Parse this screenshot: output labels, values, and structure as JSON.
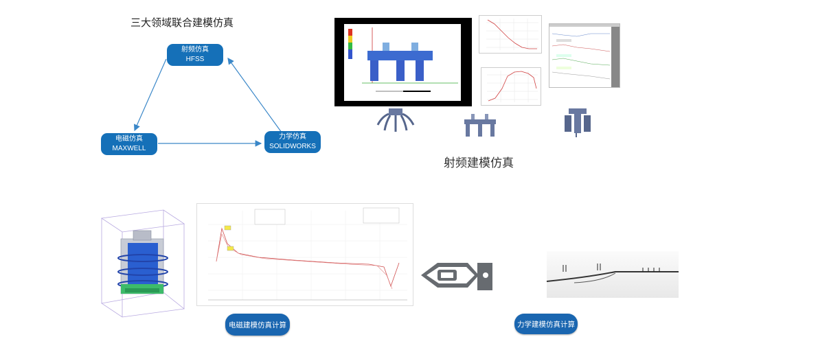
{
  "triangle": {
    "title": "三大领域联合建模仿真",
    "hfss": {
      "line1": "射频仿真",
      "line2": "HFSS"
    },
    "maxwell": {
      "line1": "电磁仿真",
      "line2": "MAXWELL"
    },
    "solidworks": {
      "line1": "力学仿真",
      "line2": "SOLIDWORKS"
    }
  },
  "rf": {
    "caption": "射频建模仿真"
  },
  "em": {
    "label": "电磁建模仿真计算"
  },
  "mech": {
    "label": "力学建模仿真计算"
  },
  "colors": {
    "node_blue": "#1570b8",
    "arrow_blue": "#3a87c8"
  }
}
